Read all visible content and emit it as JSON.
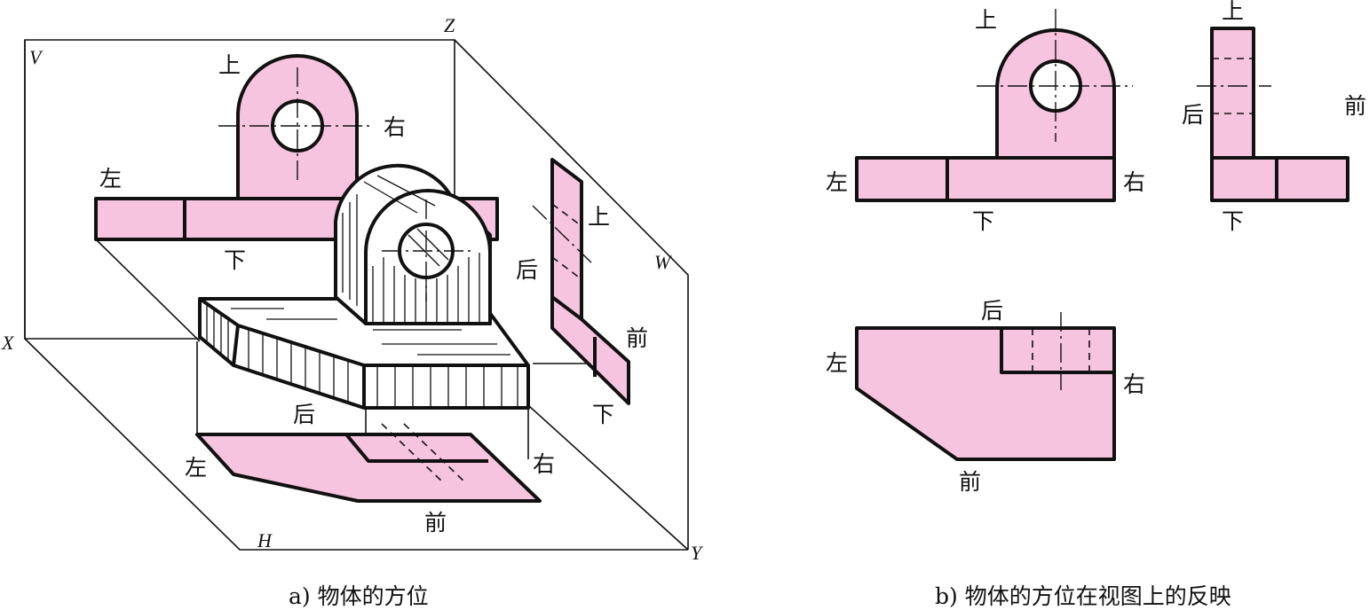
{
  "colors": {
    "face_fill": "#f6c4de",
    "line": "#111111",
    "background": "#ffffff"
  },
  "panel_a": {
    "caption": "a) 物体的方位",
    "axes": {
      "v": "V",
      "w": "W",
      "h": "H",
      "x": "X",
      "y": "Y",
      "z": "Z"
    },
    "front_view": {
      "top": "上",
      "right": "右",
      "left": "左",
      "bottom": "下"
    },
    "object": {
      "back": "后"
    },
    "side_view": {
      "top": "上",
      "back": "后",
      "front": "前",
      "bottom": "下"
    },
    "top_view": {
      "left": "左",
      "right": "右",
      "front": "前"
    }
  },
  "panel_b": {
    "caption": "b) 物体的方位在视图上的反映",
    "front_view": {
      "top": "上",
      "left": "左",
      "right": "右",
      "bottom": "下"
    },
    "side_view": {
      "top": "上",
      "back": "后",
      "front": "前",
      "bottom": "下"
    },
    "top_view": {
      "back": "后",
      "left": "左",
      "right": "右",
      "front": "前"
    }
  }
}
